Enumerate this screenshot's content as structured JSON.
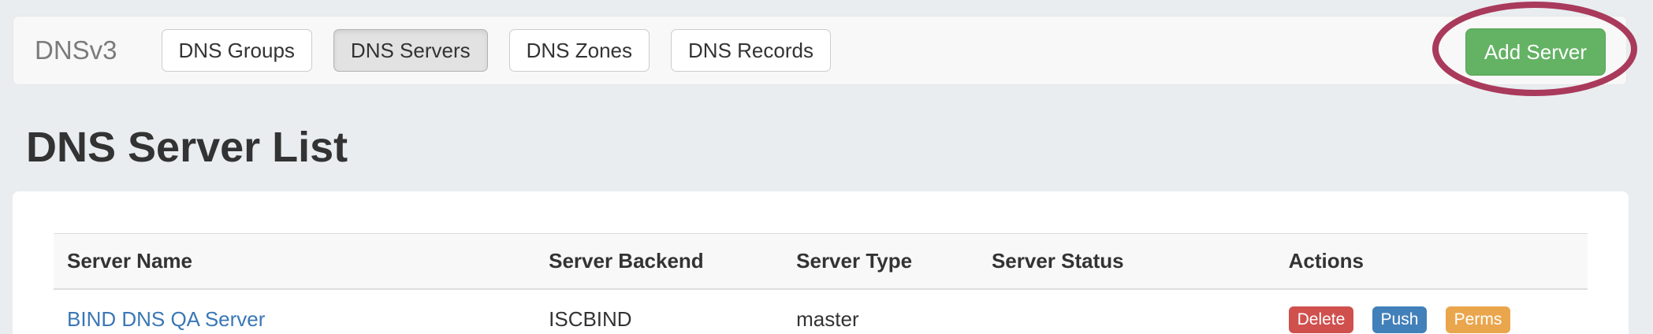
{
  "navbar": {
    "brand": "DNSv3",
    "items": [
      {
        "label": "DNS Groups",
        "active": false
      },
      {
        "label": "DNS Servers",
        "active": true
      },
      {
        "label": "DNS Zones",
        "active": false
      },
      {
        "label": "DNS Records",
        "active": false
      }
    ],
    "add_button_label": "Add Server"
  },
  "page": {
    "title": "DNS Server List"
  },
  "table": {
    "columns": [
      "Server Name",
      "Server Backend",
      "Server Type",
      "Server Status",
      "Actions"
    ],
    "rows": [
      {
        "name": "BIND DNS QA Server",
        "backend": "ISCBIND",
        "type": "master",
        "status": "",
        "actions": [
          "Delete",
          "Push",
          "Perms"
        ]
      }
    ]
  },
  "annotation": {
    "shape": "ellipse",
    "around": "Add Server button",
    "color": "#a93a5c"
  },
  "colors": {
    "page_background": "#e9edf0",
    "navbar_background": "#f8f8f8",
    "active_nav_background": "#e2e2e2",
    "add_button_green": "#64b264",
    "link_blue": "#3a77b5",
    "delete_red": "#d0504e",
    "push_blue": "#4280b9",
    "perms_orange": "#eaa64d",
    "annotation_maroon": "#a93a5c"
  }
}
